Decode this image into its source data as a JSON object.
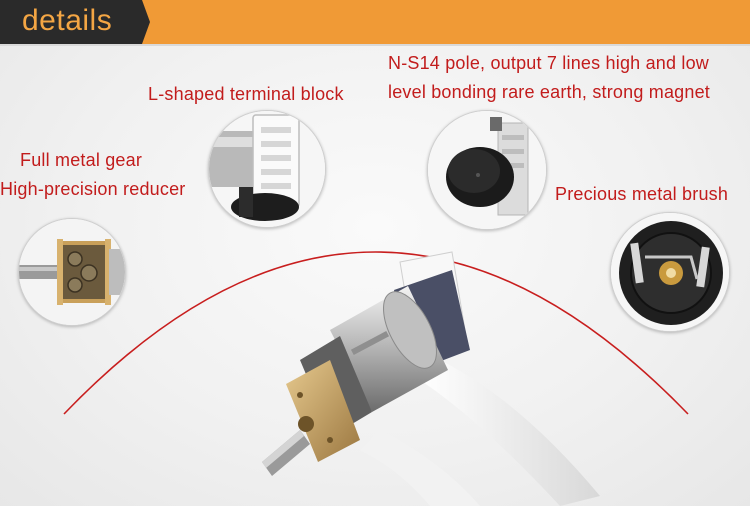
{
  "header": {
    "title": "details"
  },
  "labels": {
    "terminal": "L-shaped terminal block",
    "pole_line1": "N-S14 pole, output 7 lines high and low",
    "pole_line2": "level bonding rare earth, strong magnet",
    "gear_line1": "Full metal gear",
    "gear_line2": "High-precision reducer",
    "brush": "Precious metal brush"
  },
  "colors": {
    "header_bar": "#f09a36",
    "header_tab": "#2a2a2a",
    "title": "#f4a644",
    "label": "#c21c1c",
    "arc": "#c81e1e"
  },
  "icons": {
    "gear_closeup": "gearbox-photo",
    "terminal_closeup": "terminal-block-photo",
    "magnet_closeup": "magnet-disc-photo",
    "brush_closeup": "brush-photo",
    "motor": "gear-motor-photo"
  }
}
